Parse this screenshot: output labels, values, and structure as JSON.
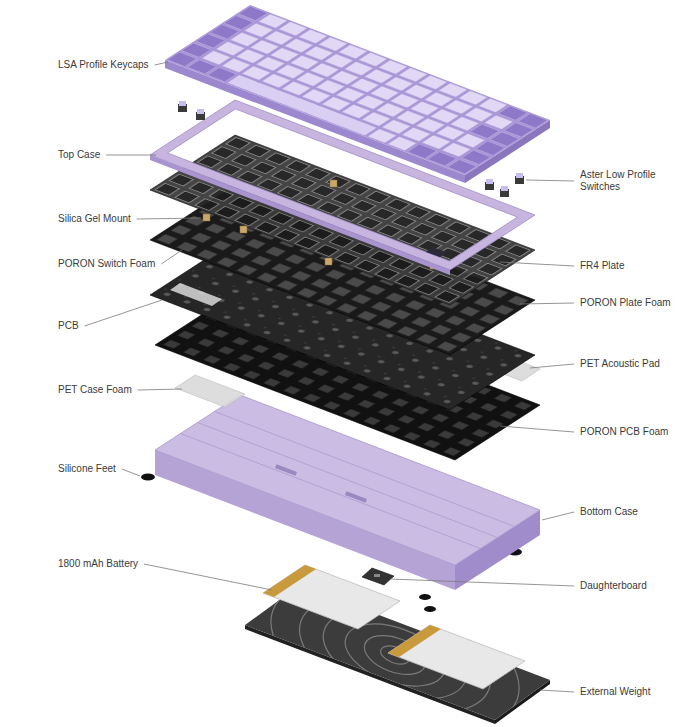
{
  "diagram": {
    "labels": [
      "LSA Profile Keycaps",
      "Top Case",
      "Aster Low Profile Switches",
      "Silica Gel Mount",
      "PORON Switch Foam",
      "FR4 Plate",
      "PORON Plate Foam",
      "PCB",
      "PET Acoustic Pad",
      "PET Case Foam",
      "PORON PCB Foam",
      "Silicone Feet",
      "Bottom Case",
      "1800 mAh Battery",
      "Daughterboard",
      "External Weight"
    ]
  }
}
